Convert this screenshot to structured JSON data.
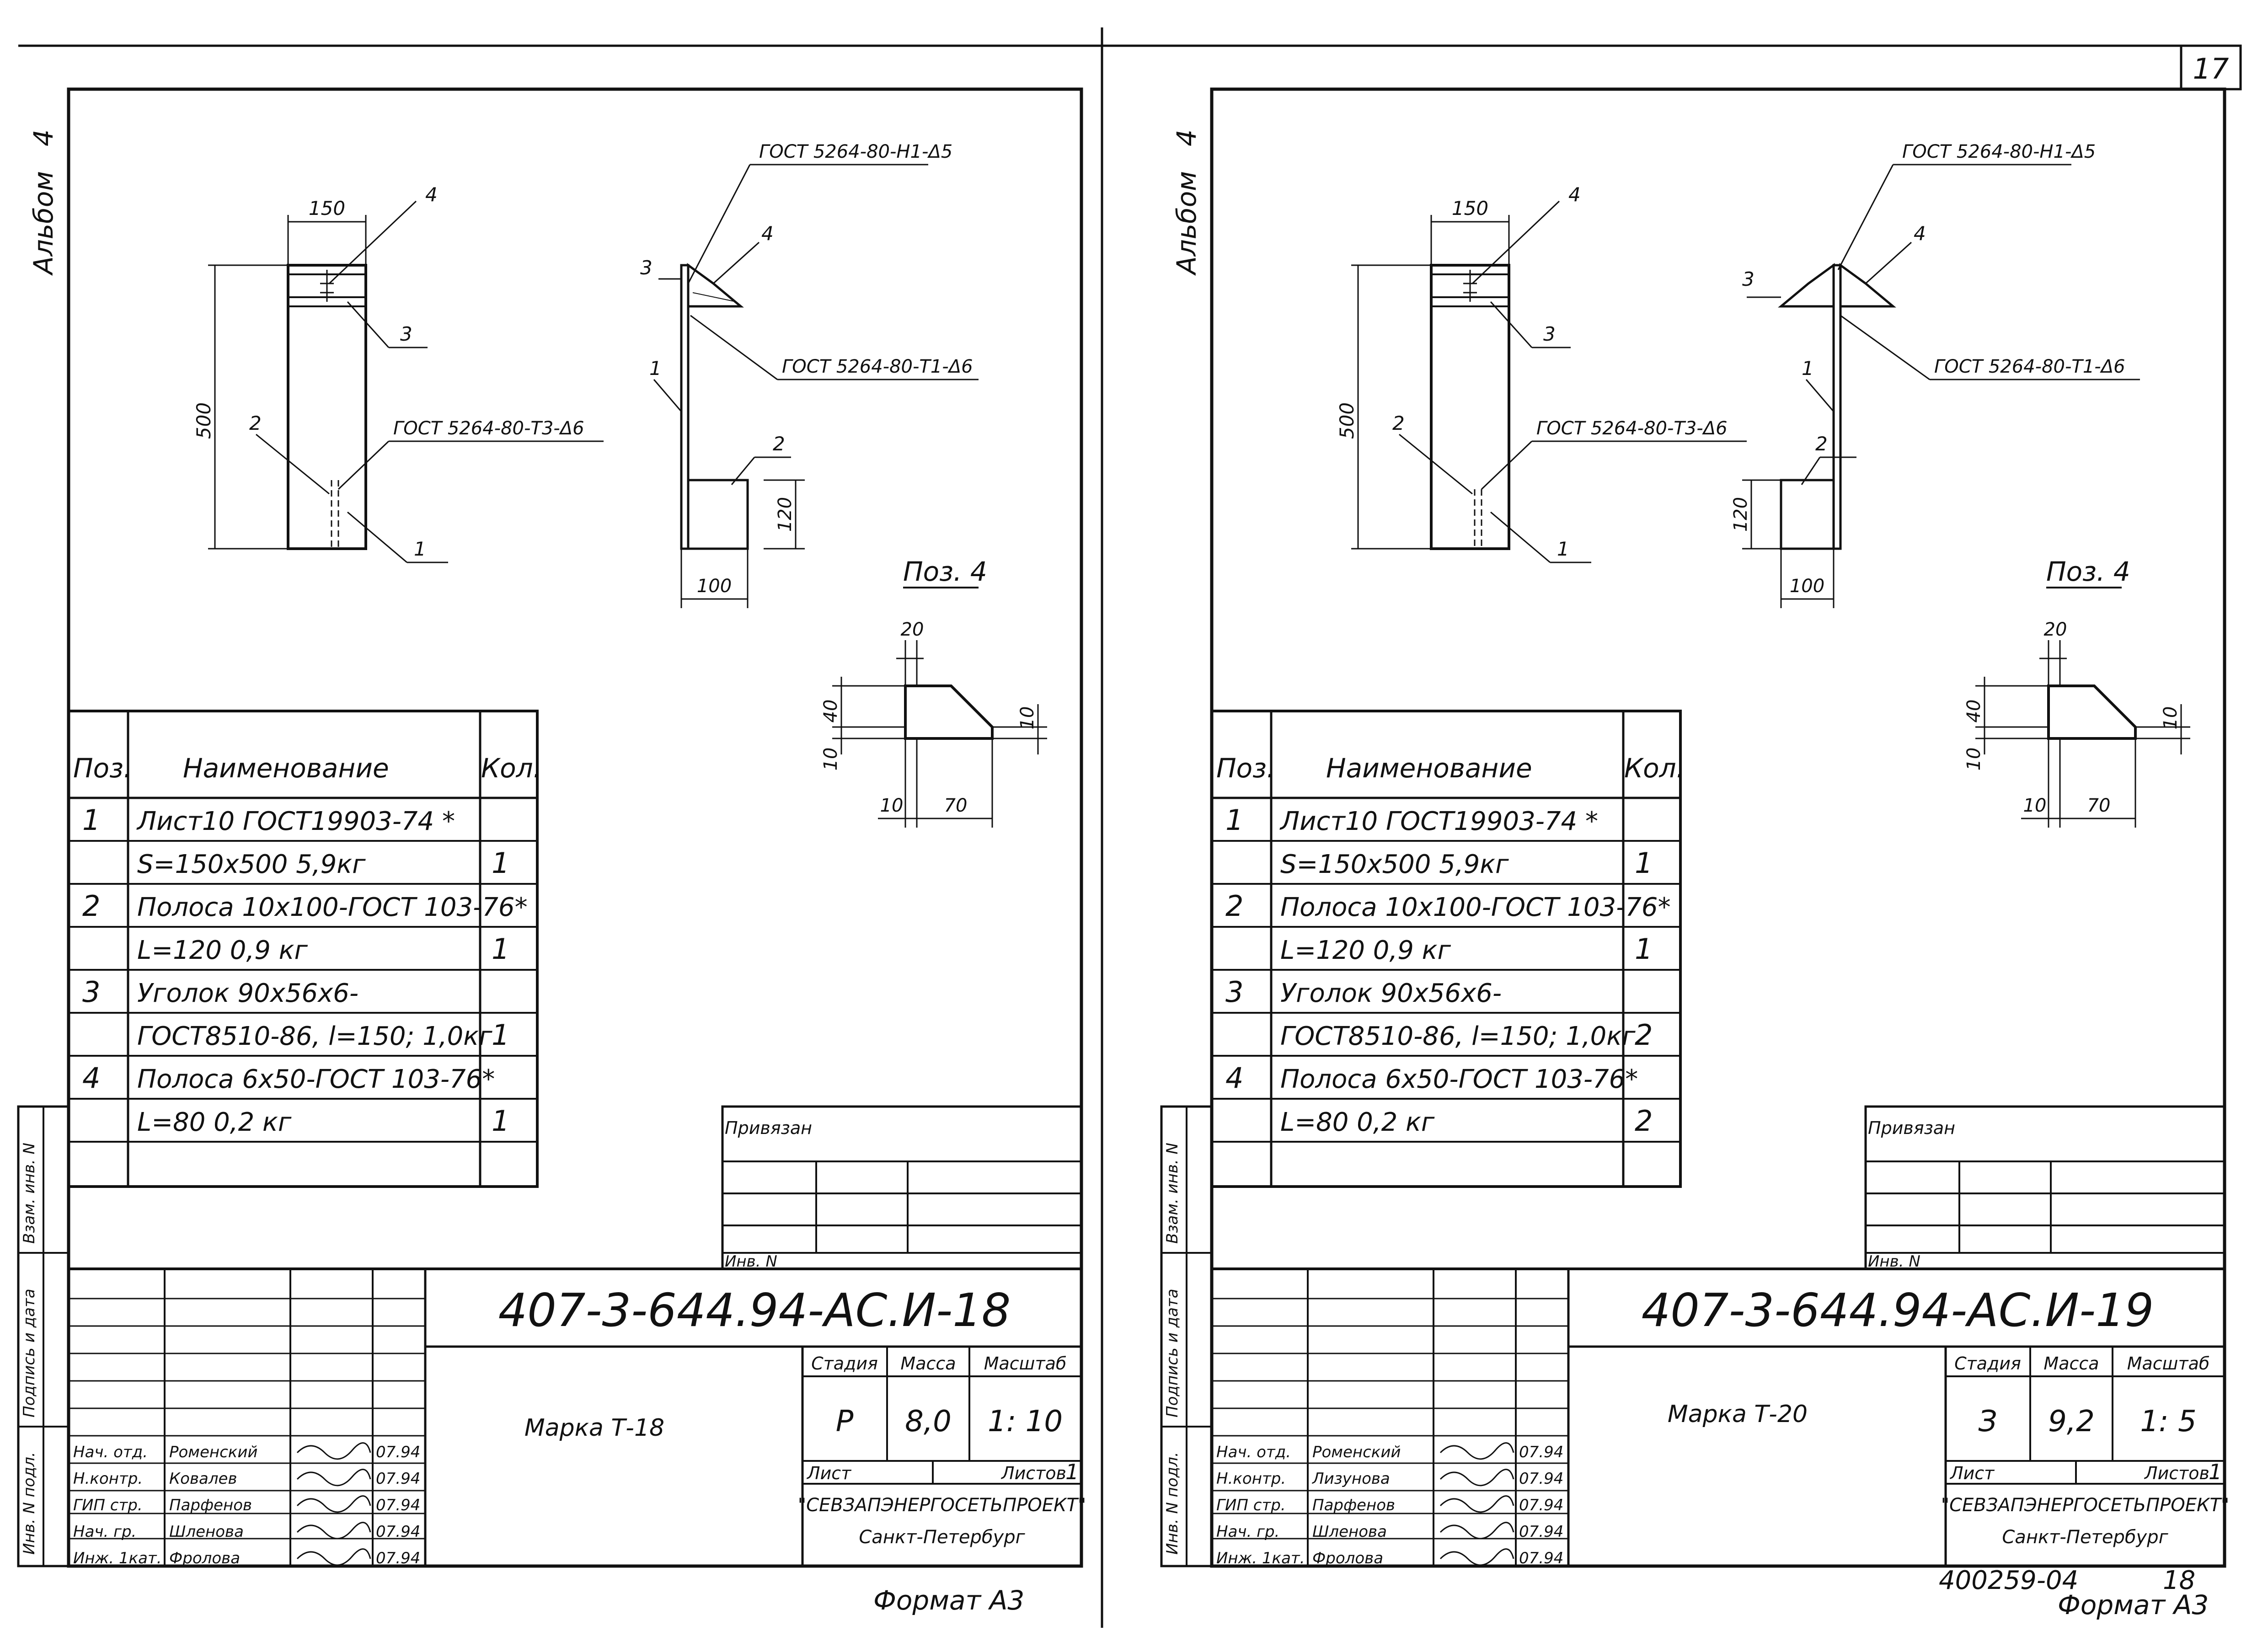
{
  "page_number": "17",
  "sheets": [
    {
      "album": "Альбом",
      "album_no": "4",
      "side_labels": [
        "Взам. инв. N",
        "Подпись и дата",
        "Инв. N подл."
      ],
      "drawing": {
        "dim_width": "150",
        "dim_height": "500",
        "pos_labels": [
          "1",
          "2",
          "3",
          "4"
        ],
        "weld_top_h": "ГОСТ 5264-80-Н1-Δ5",
        "weld_side_t1": "ГОСТ 5264-80-Т1-Δ6",
        "weld_front_t3": "ГОСТ 5264-80-Т3-Δ6",
        "dim_strip_h": "120",
        "dim_strip_w": "100"
      },
      "detail": {
        "title": "Поз. 4",
        "dim_top": "20",
        "dim_40": "40",
        "dim_10a": "10",
        "dim_10b": "10",
        "dim_10c": "10",
        "dim_70": "70"
      },
      "spec": {
        "headers": [
          "Поз.",
          "Наименование",
          "Кол."
        ],
        "rows": [
          [
            "1",
            "Лист10 ГОСТ19903-74 *",
            ""
          ],
          [
            "",
            "S=150х500            5,9кг",
            "1"
          ],
          [
            "2",
            "Полоса 10х100-ГОСТ 103-76*",
            ""
          ],
          [
            "",
            "L=120            0,9 кг",
            "1"
          ],
          [
            "3",
            "Уголок 90х56х6-",
            ""
          ],
          [
            "",
            "ГОСТ8510-86, l=150; 1,0кг",
            "1"
          ],
          [
            "4",
            "Полоса 6х50-ГОСТ 103-76*",
            ""
          ],
          [
            "",
            "L=80            0,2 кг",
            "1"
          ],
          [
            "",
            "",
            ""
          ]
        ]
      },
      "privyazan": "Привязан",
      "inv_label": "Инв. N",
      "code": "407-3-644.94-АС.И-18",
      "mark": "Марка Т-18",
      "stage_headers": [
        "Стадия",
        "Масса",
        "Масштаб"
      ],
      "stage_values": [
        "Р",
        "8,0",
        "1: 10"
      ],
      "sheet_label": "Лист",
      "sheets_label": "Листов",
      "sheets_count": "1",
      "org": "\"СЕВЗАПЭНЕРГОСЕТЬПРОЕКТ\"",
      "city": "Санкт-Петербург",
      "signers": [
        [
          "Нач. отд.",
          "Роменский",
          "07.94"
        ],
        [
          "Н.контр.",
          "Ковалев",
          "07.94"
        ],
        [
          "ГИП стр.",
          "Парфенов",
          "07.94"
        ],
        [
          "Нач. гр.",
          "Шленова",
          "07.94"
        ],
        [
          "Инж. 1кат.",
          "Фролова",
          "07.94"
        ]
      ],
      "format": "Формат А3"
    },
    {
      "album": "Альбом",
      "album_no": "4",
      "side_labels": [
        "Взам. инв. N",
        "Подпись и дата",
        "Инв. N подл."
      ],
      "drawing": {
        "dim_width": "150",
        "dim_height": "500",
        "pos_labels": [
          "1",
          "2",
          "3",
          "4"
        ],
        "weld_top_h": "ГОСТ 5264-80-Н1-Δ5",
        "weld_side_t1": "ГОСТ 5264-80-Т1-Δ6",
        "weld_front_t3": "ГОСТ 5264-80-Т3-Δ6",
        "dim_strip_h": "120",
        "dim_strip_w": "100"
      },
      "detail": {
        "title": "Поз. 4",
        "dim_top": "20",
        "dim_40": "40",
        "dim_10a": "10",
        "dim_10b": "10",
        "dim_10c": "10",
        "dim_70": "70"
      },
      "spec": {
        "headers": [
          "Поз.",
          "Наименование",
          "Кол."
        ],
        "rows": [
          [
            "1",
            "Лист10 ГОСТ19903-74 *",
            ""
          ],
          [
            "",
            "S=150х500            5,9кг",
            "1"
          ],
          [
            "2",
            "Полоса 10х100-ГОСТ 103-76*",
            ""
          ],
          [
            "",
            "L=120            0,9 кг",
            "1"
          ],
          [
            "3",
            "Уголок 90х56х6-",
            ""
          ],
          [
            "",
            "ГОСТ8510-86, l=150; 1,0кг",
            "2"
          ],
          [
            "4",
            "Полоса 6х50-ГОСТ 103-76*",
            ""
          ],
          [
            "",
            "L=80            0,2 кг",
            "2"
          ],
          [
            "",
            "",
            ""
          ]
        ]
      },
      "privyazan": "Привязан",
      "inv_label": "Инв. N",
      "code": "407-3-644.94-АС.И-19",
      "mark": "Марка Т-20",
      "stage_headers": [
        "Стадия",
        "Масса",
        "Масштаб"
      ],
      "stage_values": [
        "З",
        "9,2",
        "1: 5"
      ],
      "sheet_label": "Лист",
      "sheets_label": "Листов",
      "sheets_count": "1",
      "org": "\"СЕВЗАПЭНЕРГОСЕТЬПРОЕКТ\"",
      "city": "Санкт-Петербург",
      "signers": [
        [
          "Нач. отд.",
          "Роменский",
          "07.94"
        ],
        [
          "Н.контр.",
          "Лизунова",
          "07.94"
        ],
        [
          "ГИП стр.",
          "Парфенов",
          "07.94"
        ],
        [
          "Нач. гр.",
          "Шленова",
          "07.94"
        ],
        [
          "Инж. 1кат.",
          "Фролова",
          "07.94"
        ]
      ],
      "format": "Формат А3",
      "archive_no": "400259-04",
      "archive_page": "18"
    }
  ]
}
